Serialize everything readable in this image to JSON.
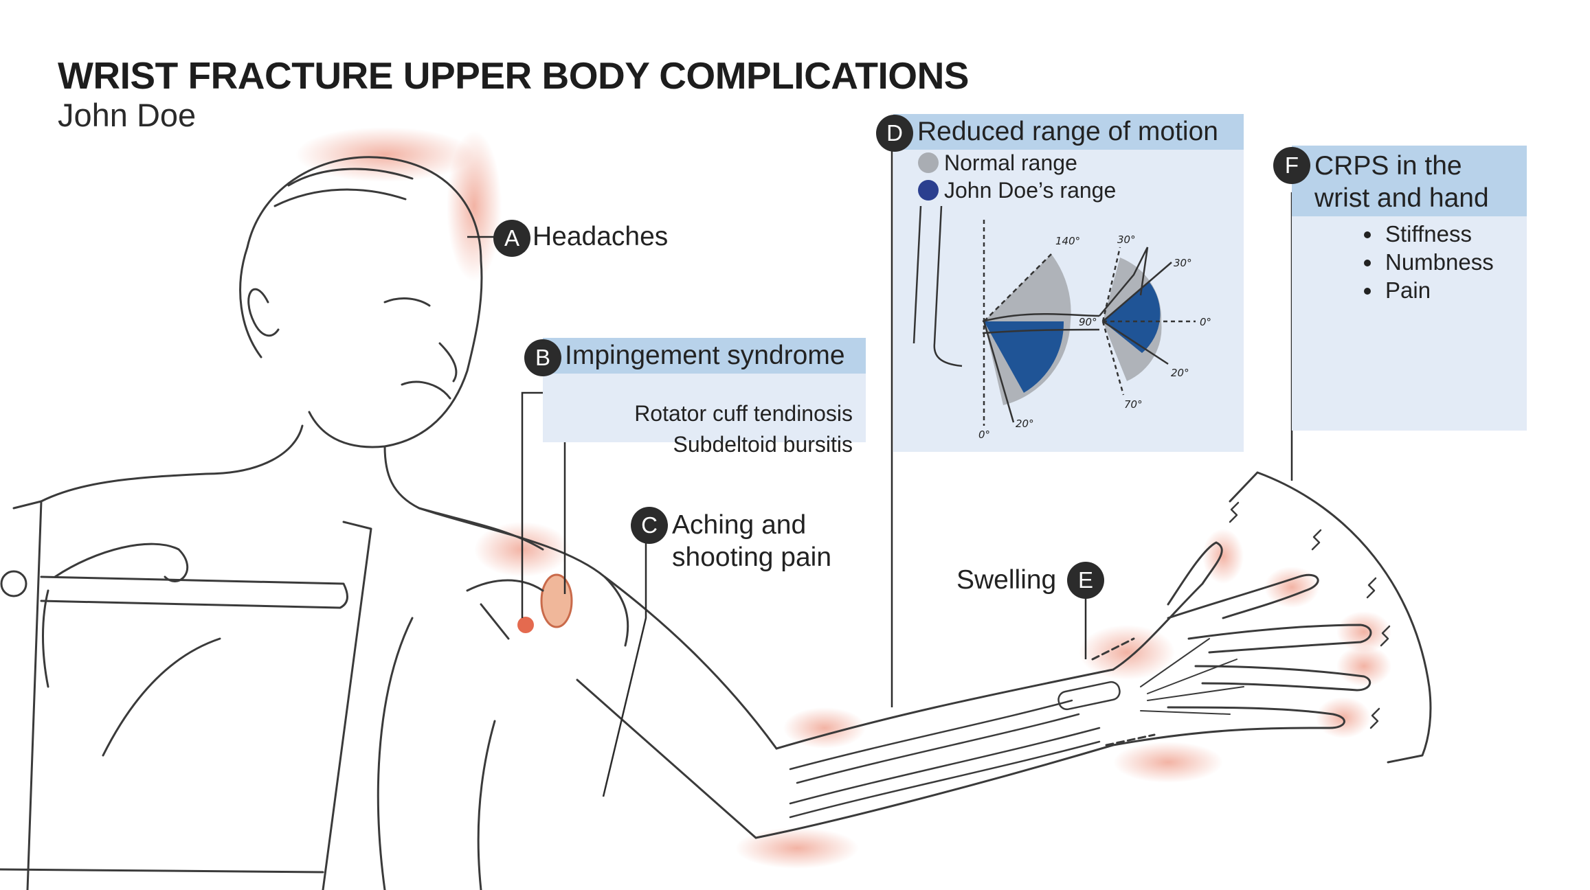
{
  "title": "WRIST FRACTURE UPPER BODY COMPLICATIONS",
  "subtitle": "John Doe",
  "callouts": {
    "a": {
      "letter": "A",
      "label": "Headaches"
    },
    "b": {
      "letter": "B",
      "label": "Impingement syndrome",
      "items": [
        "Rotator cuff tendinosis",
        "Subdeltoid bursitis"
      ]
    },
    "c": {
      "letter": "C",
      "line1": "Aching and",
      "line2": "shooting pain"
    },
    "d": {
      "letter": "D",
      "label": "Reduced range of motion",
      "legend_normal": "Normal range",
      "legend_patient": "John Doe’s range"
    },
    "e": {
      "letter": "E",
      "label": "Swelling"
    },
    "f": {
      "letter": "F",
      "line1": "CRPS in the",
      "line2": "wrist and hand",
      "items": [
        "Stiffness",
        "Numbness",
        "Pain"
      ]
    }
  },
  "rom_diagram": {
    "flexion_labels": [
      "140°",
      "90°",
      "0°",
      "20°"
    ],
    "wrist_labels": [
      "30°",
      "30°",
      "0°",
      "20°",
      "70°"
    ]
  },
  "colors": {
    "badge": "#2b2b2b",
    "header_blue": "#b8d2ea",
    "panel_blue": "#e3ebf6",
    "normal_range": "#a9adb3",
    "patient_range": "#1f5496",
    "pain_glow": "#e8755a"
  }
}
